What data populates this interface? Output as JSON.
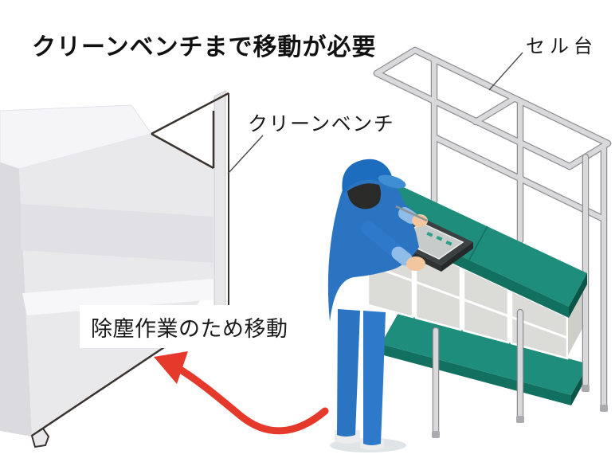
{
  "labels": {
    "title": "クリーンベンチまで移動が必要",
    "cell_stand": "セル台",
    "clean_bench": "クリーンベンチ",
    "callout": "除塵作業のため移動"
  },
  "colors": {
    "arrow_red": "#E5392C",
    "worktop_teal": "#1F8D7C",
    "worktop_teal_shadow": "#11705F",
    "worktop_teal_edge": "#0A5548",
    "uniform_blue": "#2B74C2",
    "uniform_blue_light": "#2E79C9",
    "cap_blue": "#1D6DBE",
    "cap_brim_blue": "#3F8DD3",
    "skin": "#F2C79F",
    "hair": "#2A2A28",
    "metal_light": "#D9D9DB",
    "metal_outline": "#8F8F93",
    "clean_bench_gray": "#E9E9EC",
    "clean_bench_top_gray": "#F5F5F8",
    "outline_dark": "#3B332F",
    "storage_box_gray": "#DBDBD7",
    "leader_line_gray": "#4A4A4A"
  },
  "figures": [
    {
      "name": "clean-bench-illustration"
    },
    {
      "name": "cell-stand-illustration"
    },
    {
      "name": "worker-illustration"
    },
    {
      "name": "movement-arrow"
    }
  ]
}
